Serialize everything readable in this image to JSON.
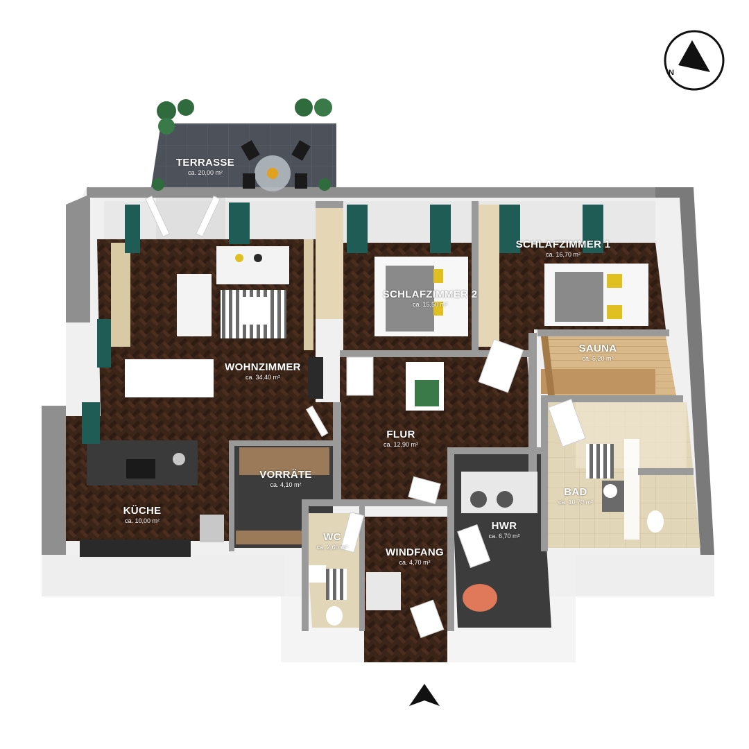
{
  "colors": {
    "wall": "#8f8f8f",
    "wall_top": "#7a7a7a",
    "wood_floor": "#3b2418",
    "wood_floor_light": "#4a2e1f",
    "tile_floor": "#e2d6b8",
    "sauna_wood": "#d9b98a",
    "terrace": "#4d525a",
    "dark_floor": "#3c3c3c",
    "plant": "#2f6b3c",
    "curtain": "#1f5c55",
    "pillow_yellow": "#e0c020",
    "rug_stripe": "#6a6a6a"
  },
  "rooms": [
    {
      "id": "terrasse",
      "name": "TERRASSE",
      "area": "ca. 20,00 m²"
    },
    {
      "id": "wohnzimmer",
      "name": "WOHNZIMMER",
      "area": "ca. 34,40 m²"
    },
    {
      "id": "schlafzimmer2",
      "name": "SCHLAFZIMMER 2",
      "area": "ca. 15,50 m²"
    },
    {
      "id": "schlafzimmer1",
      "name": "SCHLAFZIMMER 1",
      "area": "ca. 16,70 m²"
    },
    {
      "id": "sauna",
      "name": "SAUNA",
      "area": "ca. 5,20 m²"
    },
    {
      "id": "flur",
      "name": "FLUR",
      "area": "ca. 12,90 m²"
    },
    {
      "id": "vorraete",
      "name": "VORRÄTE",
      "area": "ca. 4,10 m²"
    },
    {
      "id": "bad",
      "name": "BAD",
      "area": "ca. 10,70 m²"
    },
    {
      "id": "kueche",
      "name": "KÜCHE",
      "area": "ca. 10,00 m²"
    },
    {
      "id": "hwr",
      "name": "HWR",
      "area": "ca. 6,70 m²"
    },
    {
      "id": "wc",
      "name": "WC",
      "area": "ca. 2,60 m²"
    },
    {
      "id": "windfang",
      "name": "WINDFANG",
      "area": "ca. 4,70 m²"
    }
  ],
  "compass": {
    "letter": "N",
    "icon": "north-compass-icon"
  },
  "entrance": {
    "icon": "entrance-arrow-icon"
  }
}
